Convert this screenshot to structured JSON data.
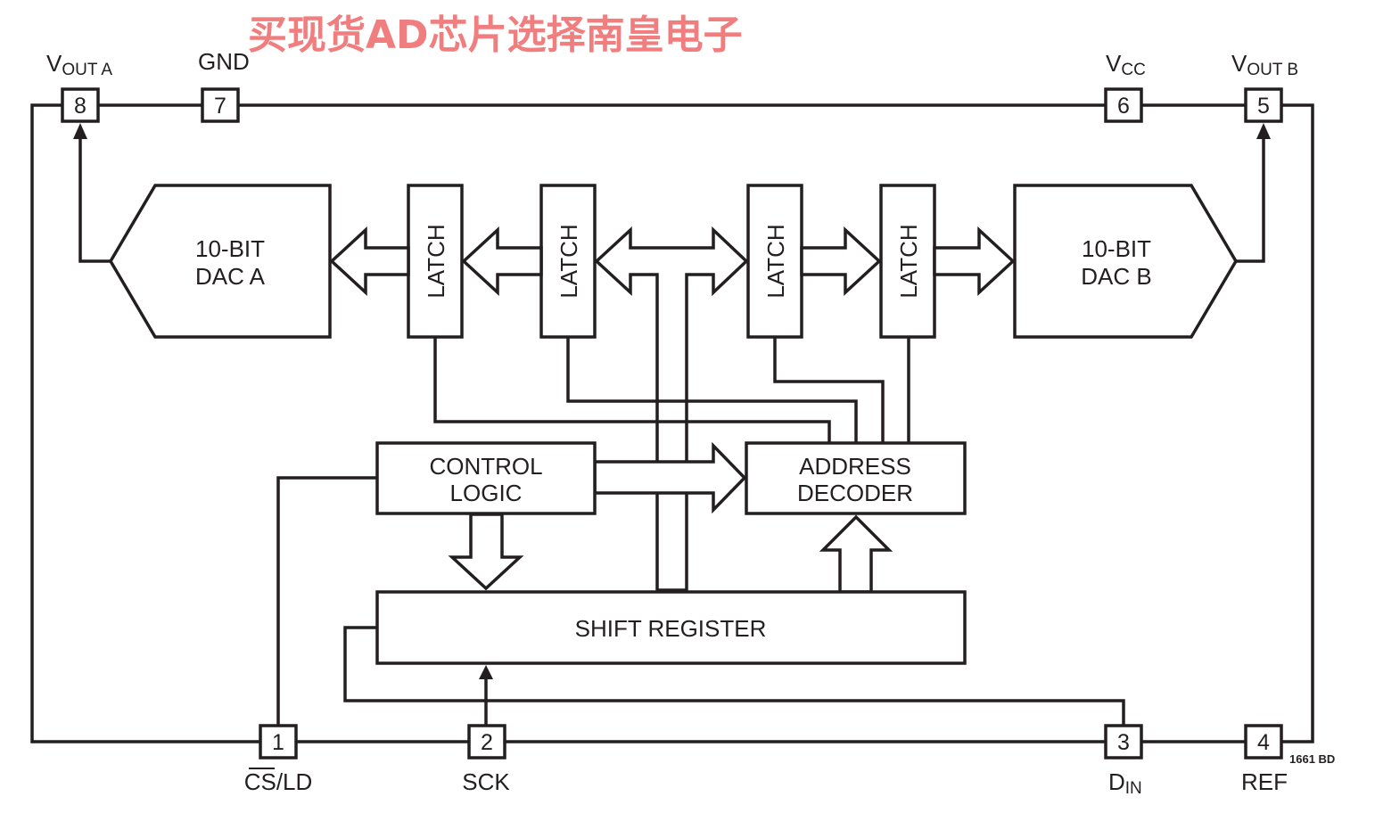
{
  "watermark": "买现货AD芯片选择南皇电子",
  "figure_code": "1661 BD",
  "pins": {
    "p1": {
      "number": "1",
      "label": "CS/LD"
    },
    "p2": {
      "number": "2",
      "label": "SCK"
    },
    "p3": {
      "number": "3",
      "label_main": "D",
      "label_sub": "IN"
    },
    "p4": {
      "number": "4",
      "label": "REF"
    },
    "p5": {
      "number": "5",
      "label_main": "V",
      "label_sub": "OUT B"
    },
    "p6": {
      "number": "6",
      "label_main": "V",
      "label_sub": "CC"
    },
    "p7": {
      "number": "7",
      "label": "GND"
    },
    "p8": {
      "number": "8",
      "label_main": "V",
      "label_sub": "OUT A"
    }
  },
  "blocks": {
    "dac_a": {
      "line1": "10-BIT",
      "line2": "DAC A"
    },
    "dac_b": {
      "line1": "10-BIT",
      "line2": "DAC B"
    },
    "latch_label": "LATCH",
    "control_logic": {
      "line1": "CONTROL",
      "line2": "LOGIC"
    },
    "address_decoder": {
      "line1": "ADDRESS",
      "line2": "DECODER"
    },
    "shift_register": "SHIFT REGISTER"
  }
}
